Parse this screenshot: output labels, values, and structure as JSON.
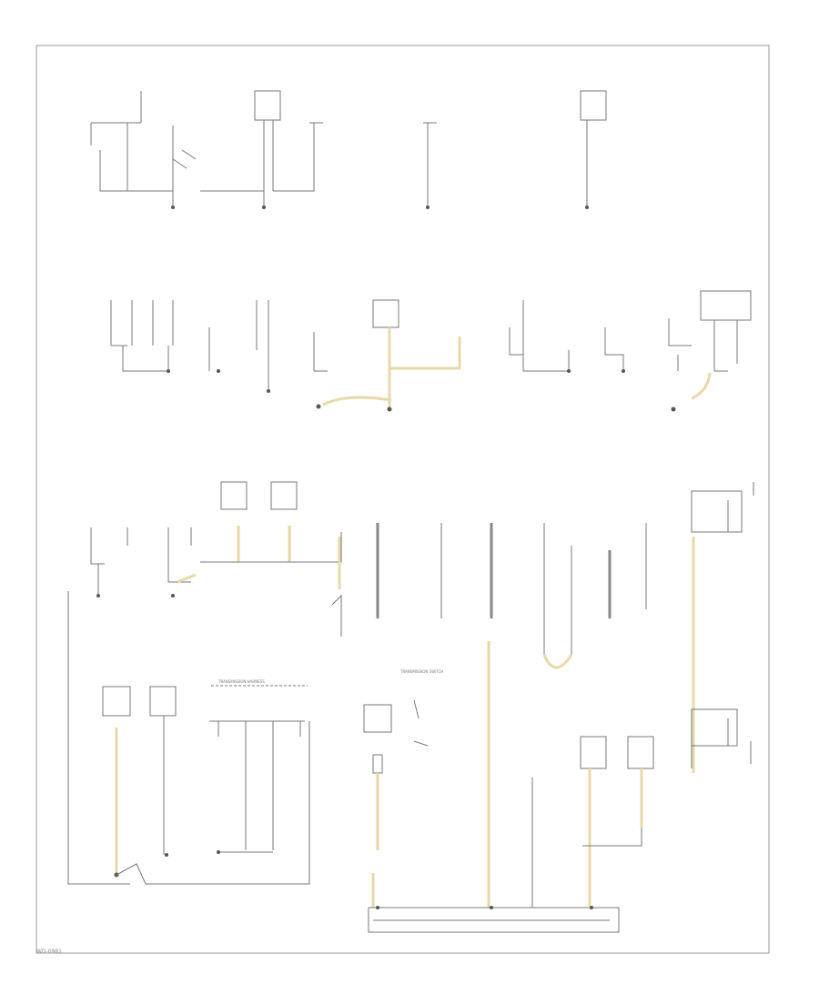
{
  "footer_code": "WD-0981",
  "labels": {
    "harness": "TRANSMISSION HARNESS",
    "trans_switch": "TRANSMISSION SWITCH"
  },
  "colors": {
    "wire": "#777777",
    "highlight": "#e8d9a8",
    "frame": "#999999"
  }
}
